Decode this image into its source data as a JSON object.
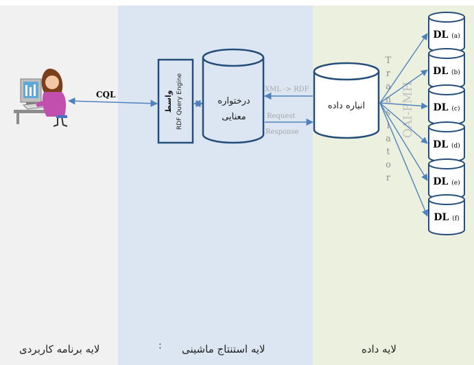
{
  "colors": {
    "app_layer": "#f1f1f1",
    "machine_layer": "#dce6f2",
    "data_layer": "#ebf1de",
    "box_fill": "#dce6f2",
    "box_stroke": "#244d7a",
    "arrow": "#4f81bd",
    "faint_text": "#a6a6a6"
  },
  "layers": {
    "application": "لایه برنامه کاربردی",
    "machine": "لایه استنتاج ماشینی",
    "data": "لایه داده",
    "separator_mark": ":"
  },
  "user": {
    "icon": "user-at-computer-icon",
    "query_label": "CQL"
  },
  "interface_box": {
    "title_fa": "واسط",
    "title_en": "RDF Query Engine"
  },
  "semantic_repository": {
    "line1": "درختواره",
    "line2": "معنایی"
  },
  "data_store": {
    "label": "انباره داده"
  },
  "transfer_labels": {
    "conversion": "XML -> RDF",
    "request": "Request",
    "response": "Response"
  },
  "translator": {
    "letters": [
      "T",
      "r",
      "a",
      "n",
      "s",
      "l",
      "a",
      "t",
      "o",
      "r"
    ],
    "protocol": "OAI-PMH"
  },
  "digital_libraries": [
    {
      "name": "DL",
      "tag": "(a)"
    },
    {
      "name": "DL",
      "tag": "(b)"
    },
    {
      "name": "DL",
      "tag": "(c)"
    },
    {
      "name": "DL",
      "tag": "(d)"
    },
    {
      "name": "DL",
      "tag": "(e)"
    },
    {
      "name": "DL",
      "tag": "(f)"
    }
  ]
}
